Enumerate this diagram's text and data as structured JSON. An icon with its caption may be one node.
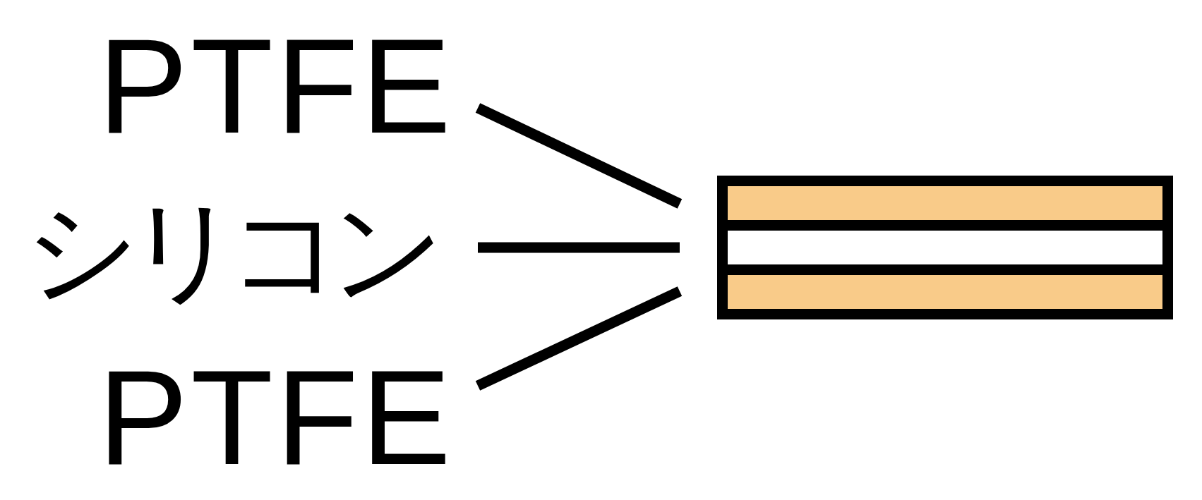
{
  "diagram": {
    "nodes": [
      {
        "text": [
          "PTFE"
        ]
      },
      {
        "text": [
          "シリコン"
        ]
      },
      {
        "text": [
          "PTFE"
        ]
      },
      {
        "text": [],
        "shape": "box"
      },
      {
        "text": [],
        "shape": "box",
        "in": 3
      },
      {
        "text": [],
        "shape": "box",
        "in": 3
      },
      {
        "text": [],
        "shape": "box",
        "in": 3
      }
    ],
    "edges": [
      {
        "from": 0,
        "to": 4,
        "arrow": "none"
      },
      {
        "from": 1,
        "to": 5,
        "arrow": "none"
      },
      {
        "from": 2,
        "to": 6,
        "arrow": "none"
      }
    ]
  }
}
